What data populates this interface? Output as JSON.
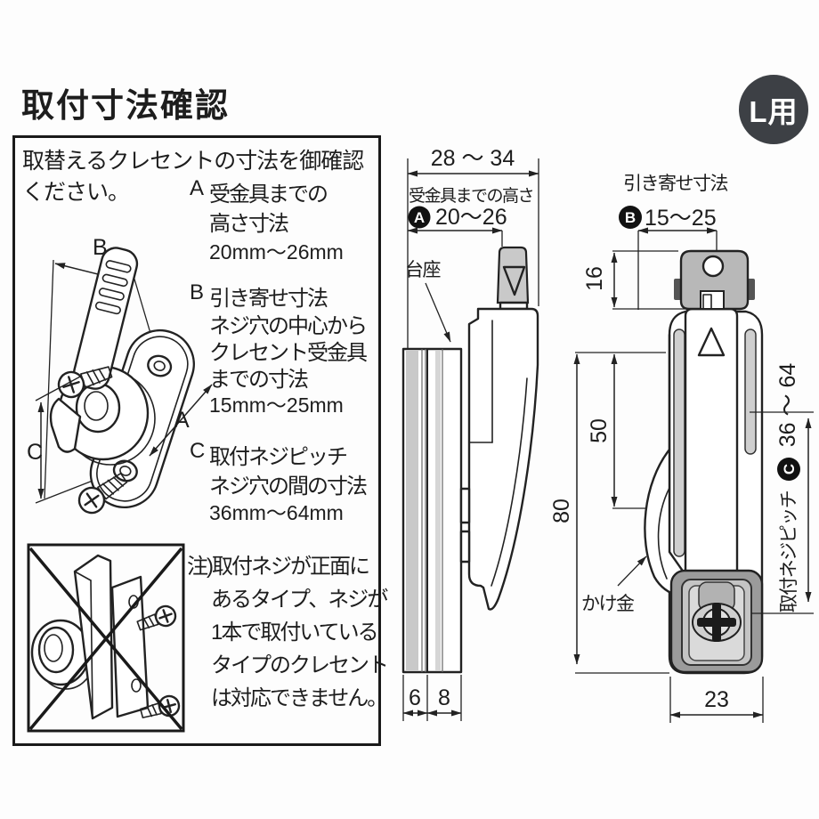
{
  "page": {
    "title": "取付寸法確認",
    "badge_label": "L用"
  },
  "colors": {
    "ink": "#1d1d1d",
    "badge_bg": "#3d4045",
    "metal_gray": "#b8b8b8",
    "base_gray": "#9b9b9b"
  },
  "info_box": {
    "intro": [
      "取替えるクレセントの寸法を御確認",
      "ください。"
    ],
    "sections": [
      {
        "key": "A",
        "line1": "受金具までの",
        "line2": "高さ寸法",
        "range": "20mm〜26mm"
      },
      {
        "key": "B",
        "line1": "引き寄せ寸法",
        "line2": "ネジ穴の中心から",
        "line3": "クレセント受金具",
        "line4": "までの寸法",
        "range": "15mm〜25mm"
      },
      {
        "key": "C",
        "line1": "取付ネジピッチ",
        "line2": "ネジ穴の間の寸法",
        "range": "36mm〜64mm"
      }
    ],
    "note": [
      "注)取付ネジが正面に",
      "あるタイプ、ネジが",
      "1本で取付いている",
      "タイプのクレセント",
      "は対応できません。"
    ],
    "iso_labels": {
      "a": "A",
      "b": "B",
      "c": "C"
    }
  },
  "side_view": {
    "depth_range": "28 〜 34",
    "height_label": "受金具までの高さ",
    "badge_a": "A",
    "height_range": "20〜26",
    "base_label": "台座",
    "dim_6": "6",
    "dim_8": "8"
  },
  "front_view": {
    "pull_label": "引き寄せ寸法",
    "badge_b": "B",
    "pull_range": "15〜25",
    "dim_16": "16",
    "dim_50": "50",
    "dim_80": "80",
    "hook_label": "かけ金",
    "pitch_label": "取付ネジピッチ",
    "badge_c": "C",
    "pitch_range": "36 〜 64",
    "dim_23": "23"
  }
}
